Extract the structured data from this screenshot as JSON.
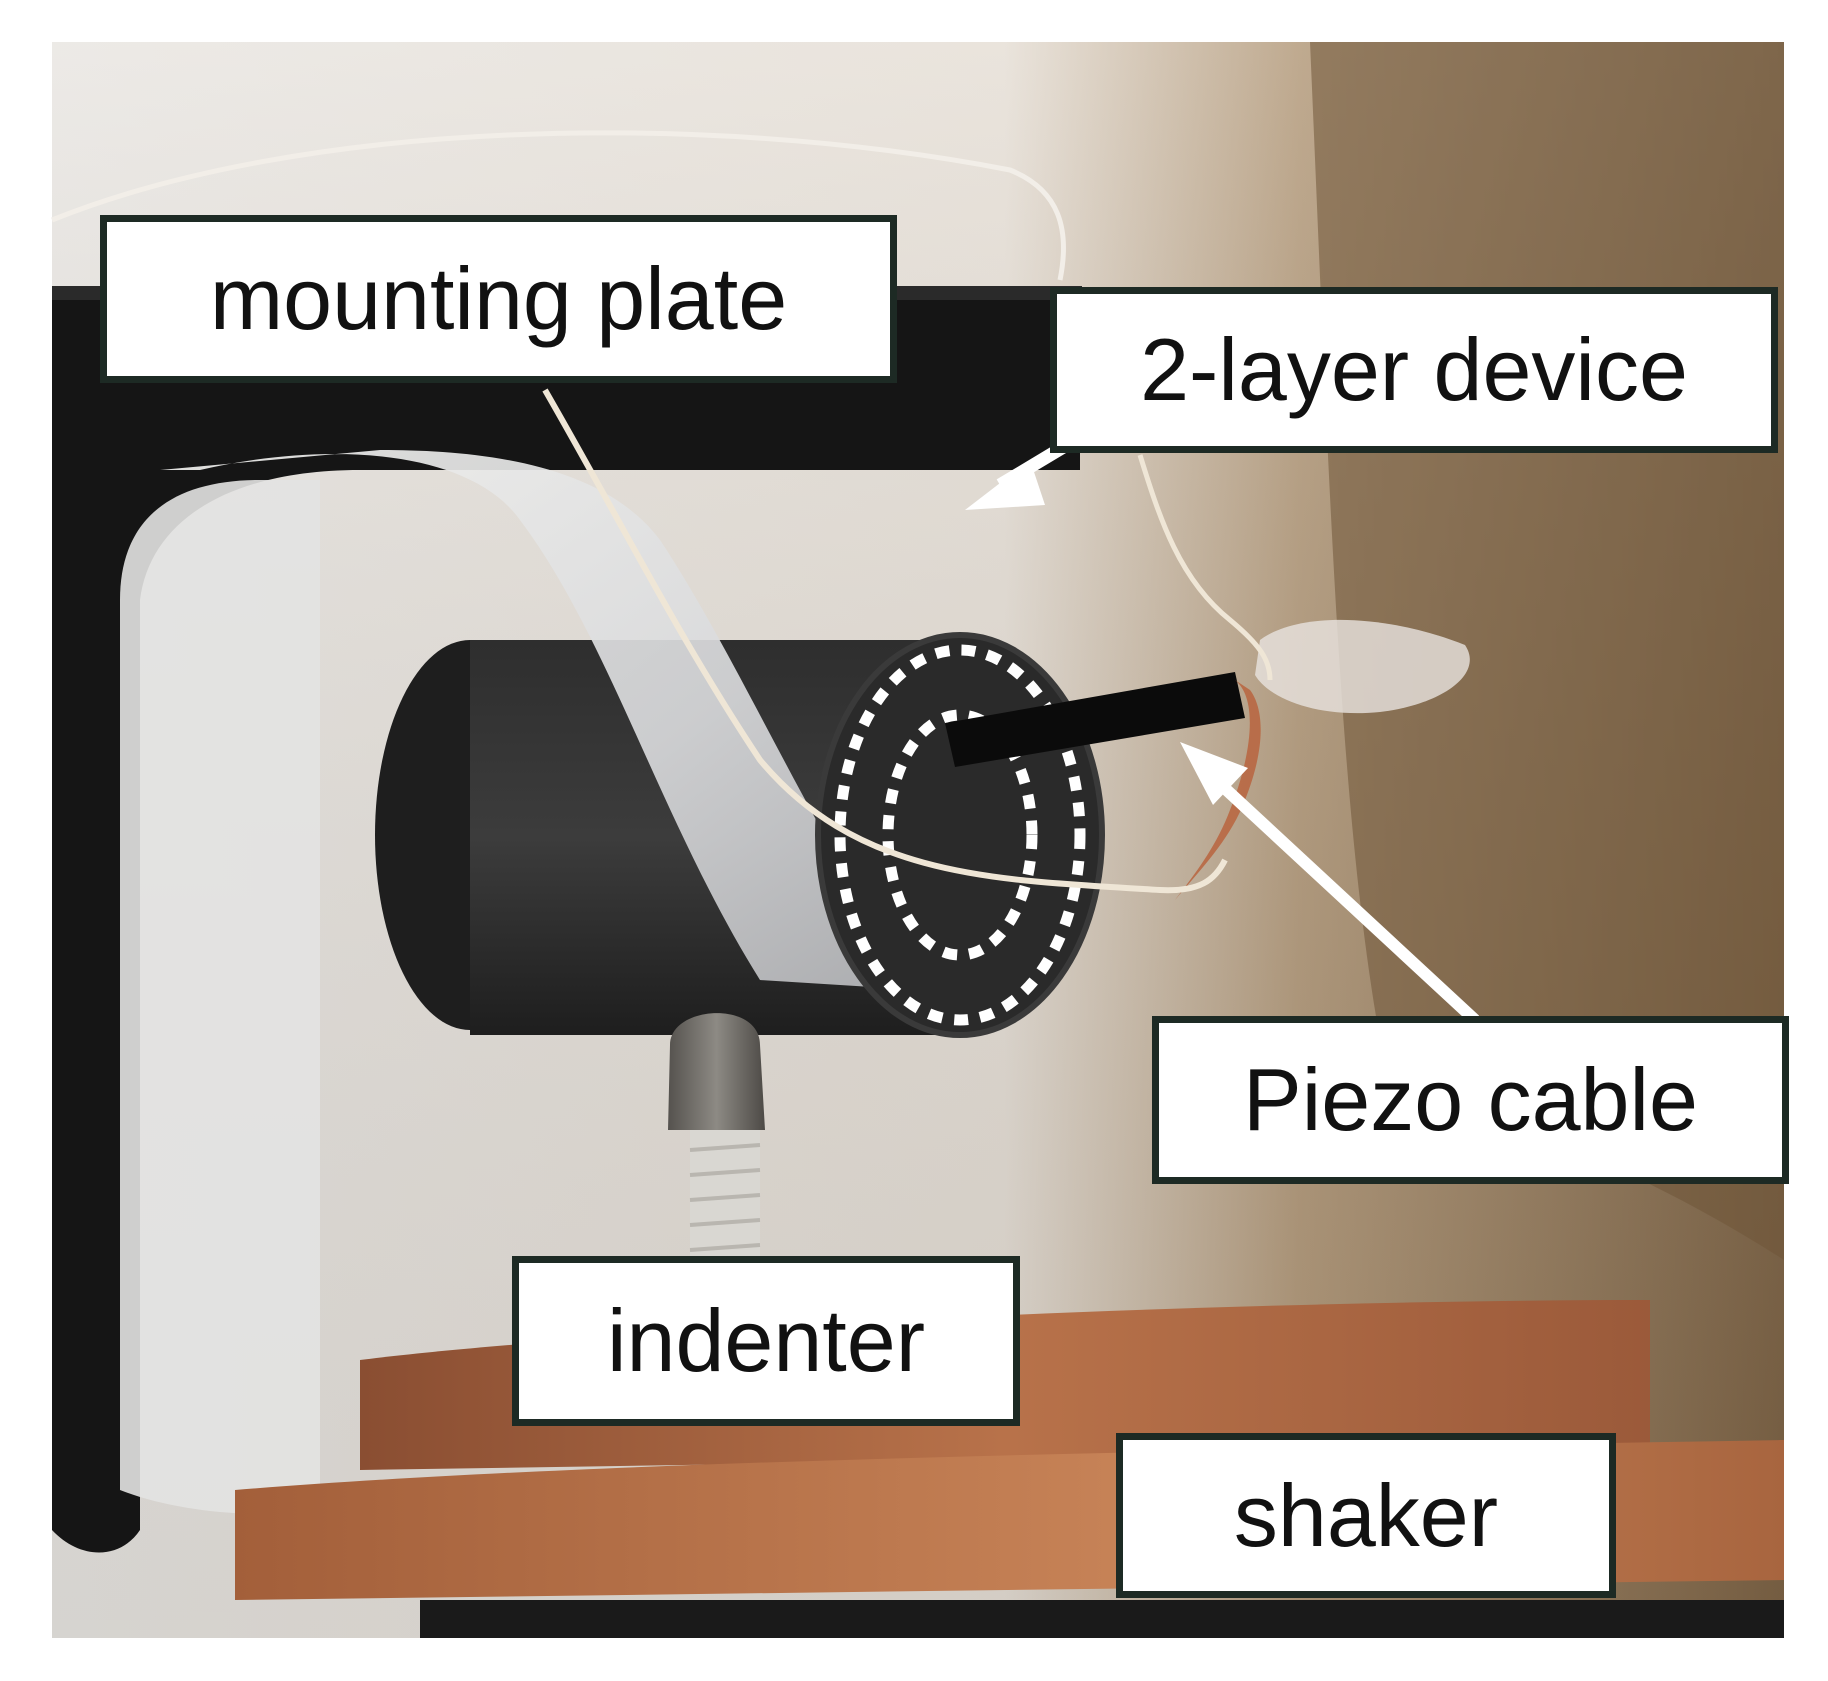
{
  "labels": {
    "mounting_plate": "mounting plate",
    "two_layer_device": "2-layer device",
    "piezo_cable": "Piezo cable",
    "indenter": "indenter",
    "shaker": "shaker"
  },
  "colors": {
    "label_border": "#1d2a24",
    "label_background": "#ffffff",
    "label_text": "#111111",
    "arrow": "#ffffff",
    "dotted_circles": "#ffffff"
  }
}
